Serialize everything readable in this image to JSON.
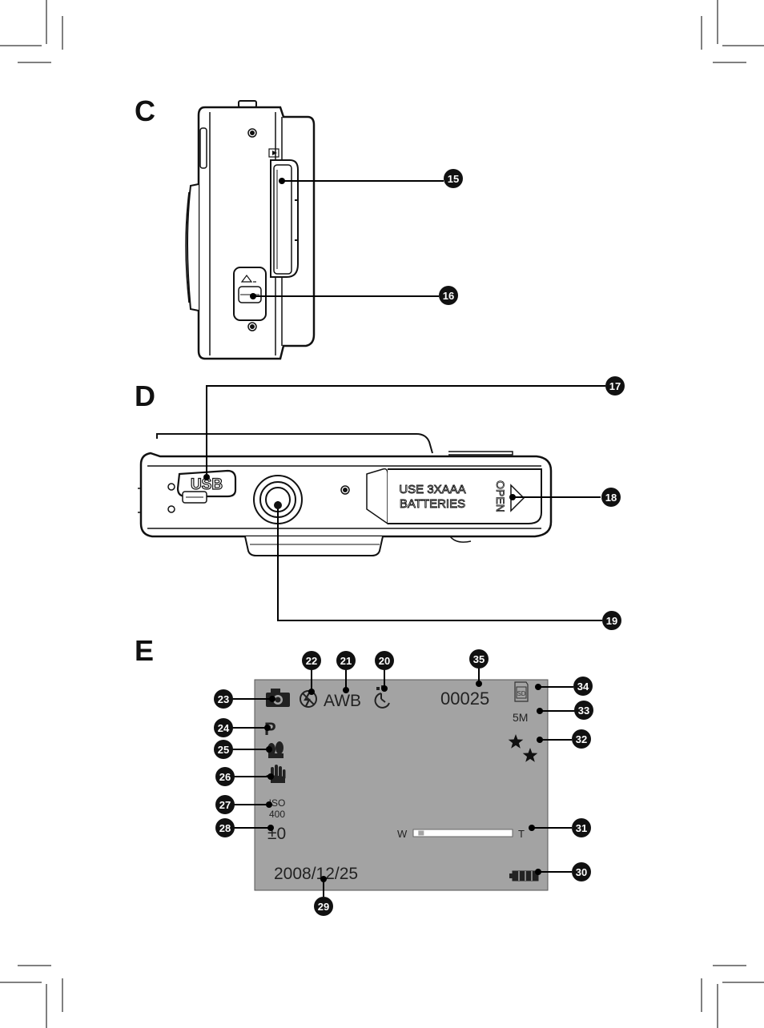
{
  "sections": {
    "c": "C",
    "d": "D",
    "e": "E"
  },
  "callouts": {
    "n15": "15",
    "n16": "16",
    "n17": "17",
    "n18": "18",
    "n19": "19",
    "n20": "20",
    "n21": "21",
    "n22": "22",
    "n23": "23",
    "n24": "24",
    "n25": "25",
    "n26": "26",
    "n27": "27",
    "n28": "28",
    "n29": "29",
    "n30": "30",
    "n31": "31",
    "n32": "32",
    "n33": "33",
    "n34": "34",
    "n35": "35"
  },
  "camera_bottom": {
    "usb_label": "USB",
    "battery_line1": "USE 3XAAA",
    "battery_line2": "BATTERIES",
    "open_label": "OPEN"
  },
  "lcd": {
    "awb": "AWB",
    "shot_count": "00025",
    "card": "SD",
    "resolution": "5M",
    "mode": "P",
    "iso_label": "ISO",
    "iso_value": "400",
    "exposure": "±0",
    "zoom_wide": "W",
    "zoom_tele": "T",
    "zoom_level": 0.03,
    "date": "2008/12/25",
    "screen_color": "#a3a3a3"
  }
}
